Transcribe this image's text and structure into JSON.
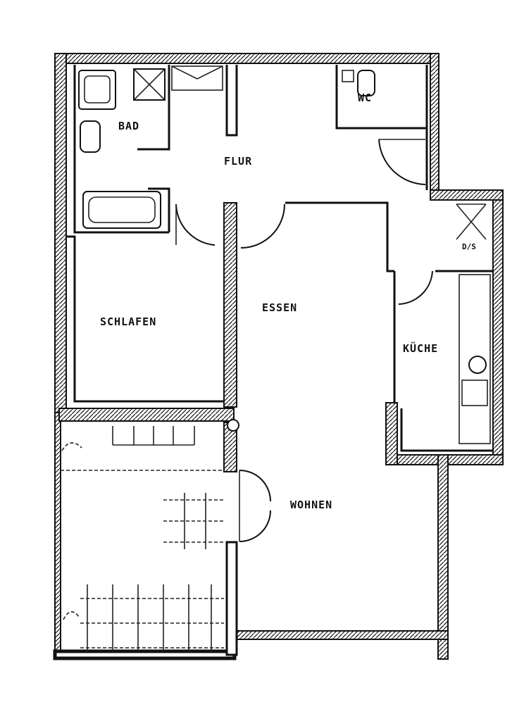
{
  "rooms": {
    "bad": "BAD",
    "flur": "FLUR",
    "wc": "WC",
    "schlafen": "SCHLAFEN",
    "essen": "ESSEN",
    "kueche": "KÜCHE",
    "wohnen": "WOHNEN",
    "dusche": "D/S"
  },
  "colors": {
    "ink": "#111111",
    "paper": "#ffffff"
  }
}
